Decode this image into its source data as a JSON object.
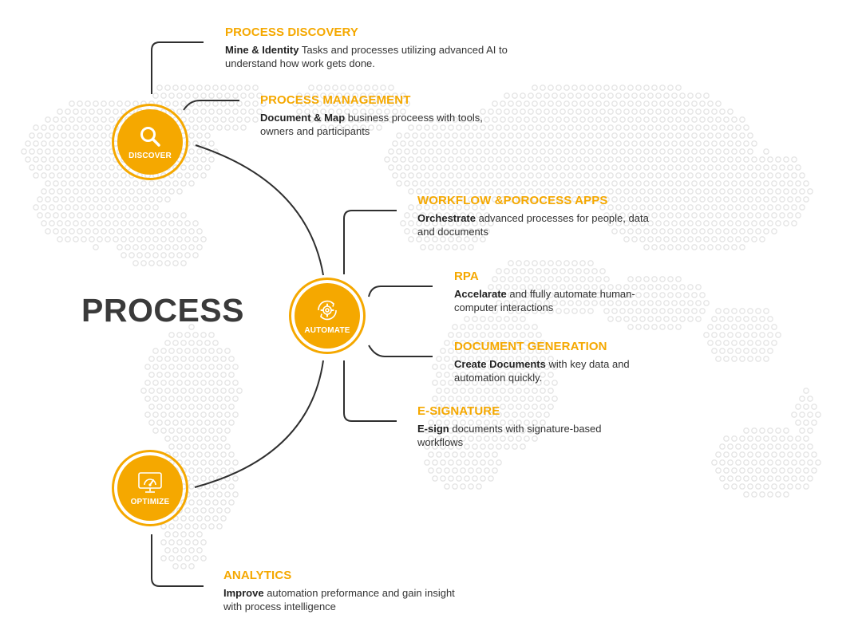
{
  "page_title": "PROCESS",
  "colors": {
    "accent": "#f5a800",
    "text": "#333333",
    "heading": "#3a3a3a",
    "line": "#2f2f2f",
    "map_dots": "#e4e4e4"
  },
  "nodes": {
    "discover": {
      "label": "DISCOVER",
      "icon": "search-icon"
    },
    "automate": {
      "label": "AUTOMATE",
      "icon": "gear-cycle-icon"
    },
    "optimize": {
      "label": "OPTIMIZE",
      "icon": "dashboard-gauge-icon"
    }
  },
  "blocks": [
    {
      "key": "process_discovery",
      "title": "PROCESS DISCOVERY",
      "bold": "Mine & Identity",
      "rest": " Tasks and processes utilizing advanced AI to understand how work gets done."
    },
    {
      "key": "process_management",
      "title": "PROCESS MANAGEMENT",
      "bold": "Document & Map",
      "rest": " business proceess with tools, owners and participants"
    },
    {
      "key": "workflow_apps",
      "title": "WORKFLOW &POROCESS APPS",
      "bold": "Orchestrate",
      "rest": " advanced processes for people, data and documents"
    },
    {
      "key": "rpa",
      "title": "RPA",
      "bold": "Accelarate",
      "rest": " and ffully automate human-computer interactions"
    },
    {
      "key": "document_generation",
      "title": "DOCUMENT GENERATION",
      "bold": "Create Documents",
      "rest": " with key data and automation quickly."
    },
    {
      "key": "e_signature",
      "title": "E-SIGNATURE",
      "bold": "E-sign",
      "rest": " documents with signature-based workflows"
    },
    {
      "key": "analytics",
      "title": "ANALYTICS",
      "bold": "Improve",
      "rest": " automation preformance and gain insight with process intelligence"
    }
  ]
}
